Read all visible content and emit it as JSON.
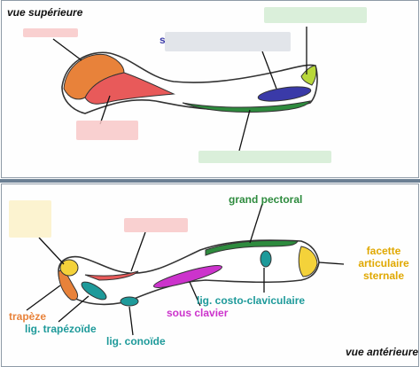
{
  "top_view": {
    "title": "vue supérieure",
    "visible_letter": "s"
  },
  "bottom_view": {
    "title": "vue antérieure",
    "labels": {
      "grand_pectoral": "grand pectoral",
      "facette_line1": "facette",
      "facette_line2": "articulaire",
      "facette_line3": "sternale",
      "costo": "lig. costo-claviculaire",
      "sous_clavier": "sous clavier",
      "trapeze": "trapèze",
      "trapezoide": "lig. trapézoïde",
      "conoide": "lig. conoïde"
    }
  },
  "colors": {
    "trapeze": "#e8823a",
    "deltoide": "#e85a5a",
    "pectoral": "#2e8b3e",
    "sous_clavier": "#cc33cc",
    "ligament": "#1e9a9a",
    "sternal": "#f4d23a",
    "costo_top": "#3a3aa8",
    "mask_red": "#f8c8c8",
    "mask_green": "#d4ecd4",
    "mask_gray": "#dde1e6",
    "mask_yellow": "#fbf1c8"
  }
}
